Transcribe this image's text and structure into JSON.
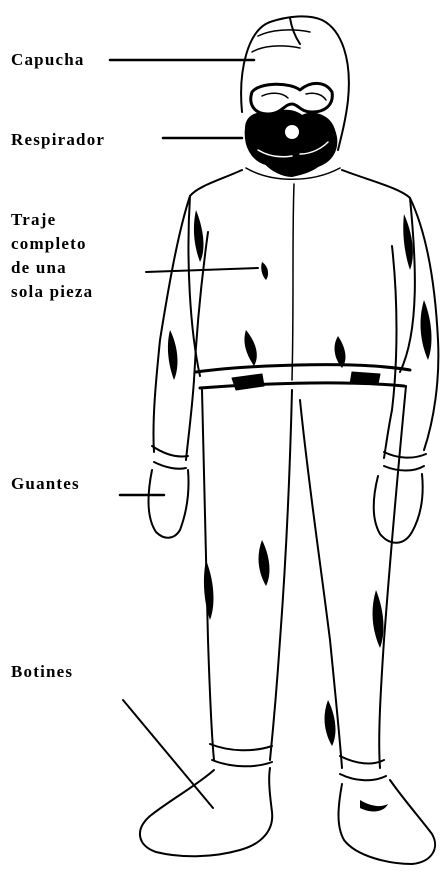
{
  "labels": {
    "capucha": "Capucha",
    "respirador": "Respirador",
    "traje": [
      "Traje",
      "completo",
      "de una",
      "sola pieza"
    ],
    "guantes": "Guantes",
    "botines": "Botines"
  },
  "colors": {
    "ink": "#000000",
    "paper": "#ffffff"
  }
}
